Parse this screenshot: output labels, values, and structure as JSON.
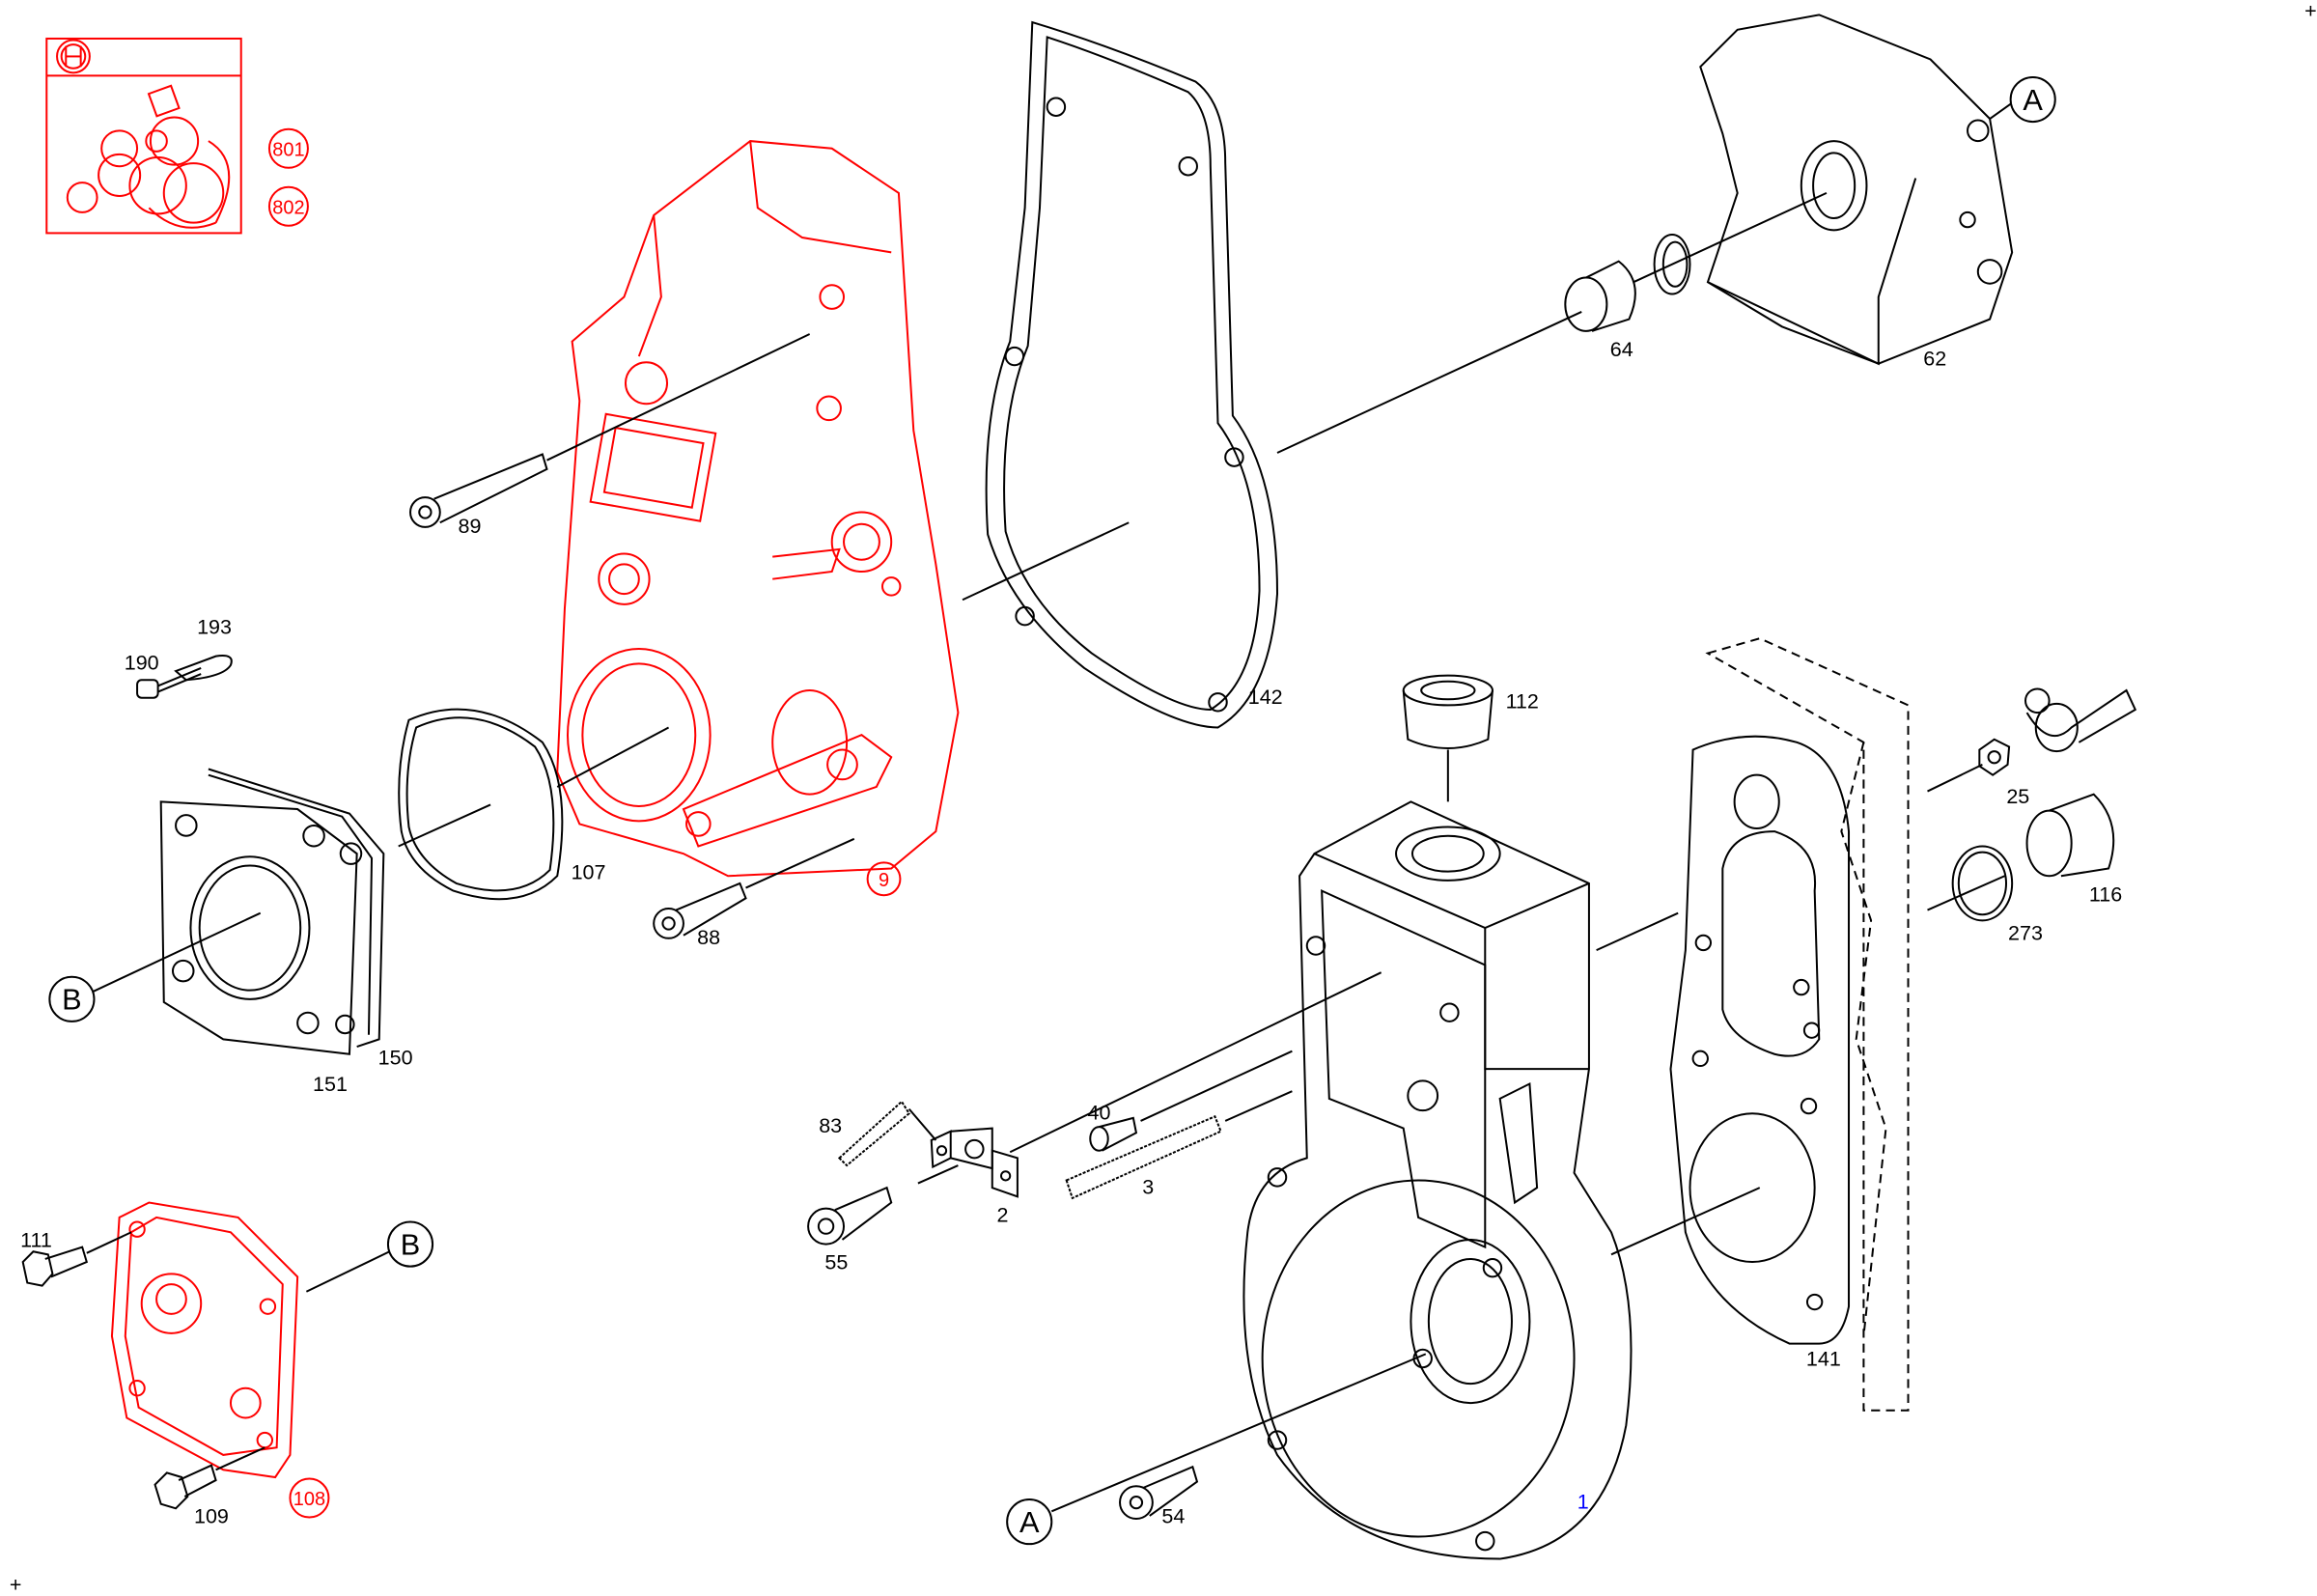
{
  "title_marks": {
    "corner_marks": [
      "+",
      "+"
    ]
  },
  "kit": {
    "logo": "bosch-logo",
    "refs": [
      "801",
      "802"
    ]
  },
  "callouts": {
    "p89": "89",
    "p193": "193",
    "p190": "190",
    "p107": "107",
    "p9": "9",
    "p88": "88",
    "p142": "142",
    "p64": "64",
    "p62": "62",
    "p112": "112",
    "p25": "25",
    "p116": "116",
    "p273": "273",
    "p151": "151",
    "p150": "150",
    "p83": "83",
    "p40": "40",
    "p2": "2",
    "p3": "3",
    "p55": "55",
    "p141": "141",
    "p111": "111",
    "p109": "109",
    "p108": "108",
    "p54": "54",
    "p1": "1"
  },
  "refs": {
    "A": "A",
    "B": "B"
  },
  "colors": {
    "line": "#000000",
    "highlight": "#ff0000",
    "main_part": "#0000ff"
  }
}
